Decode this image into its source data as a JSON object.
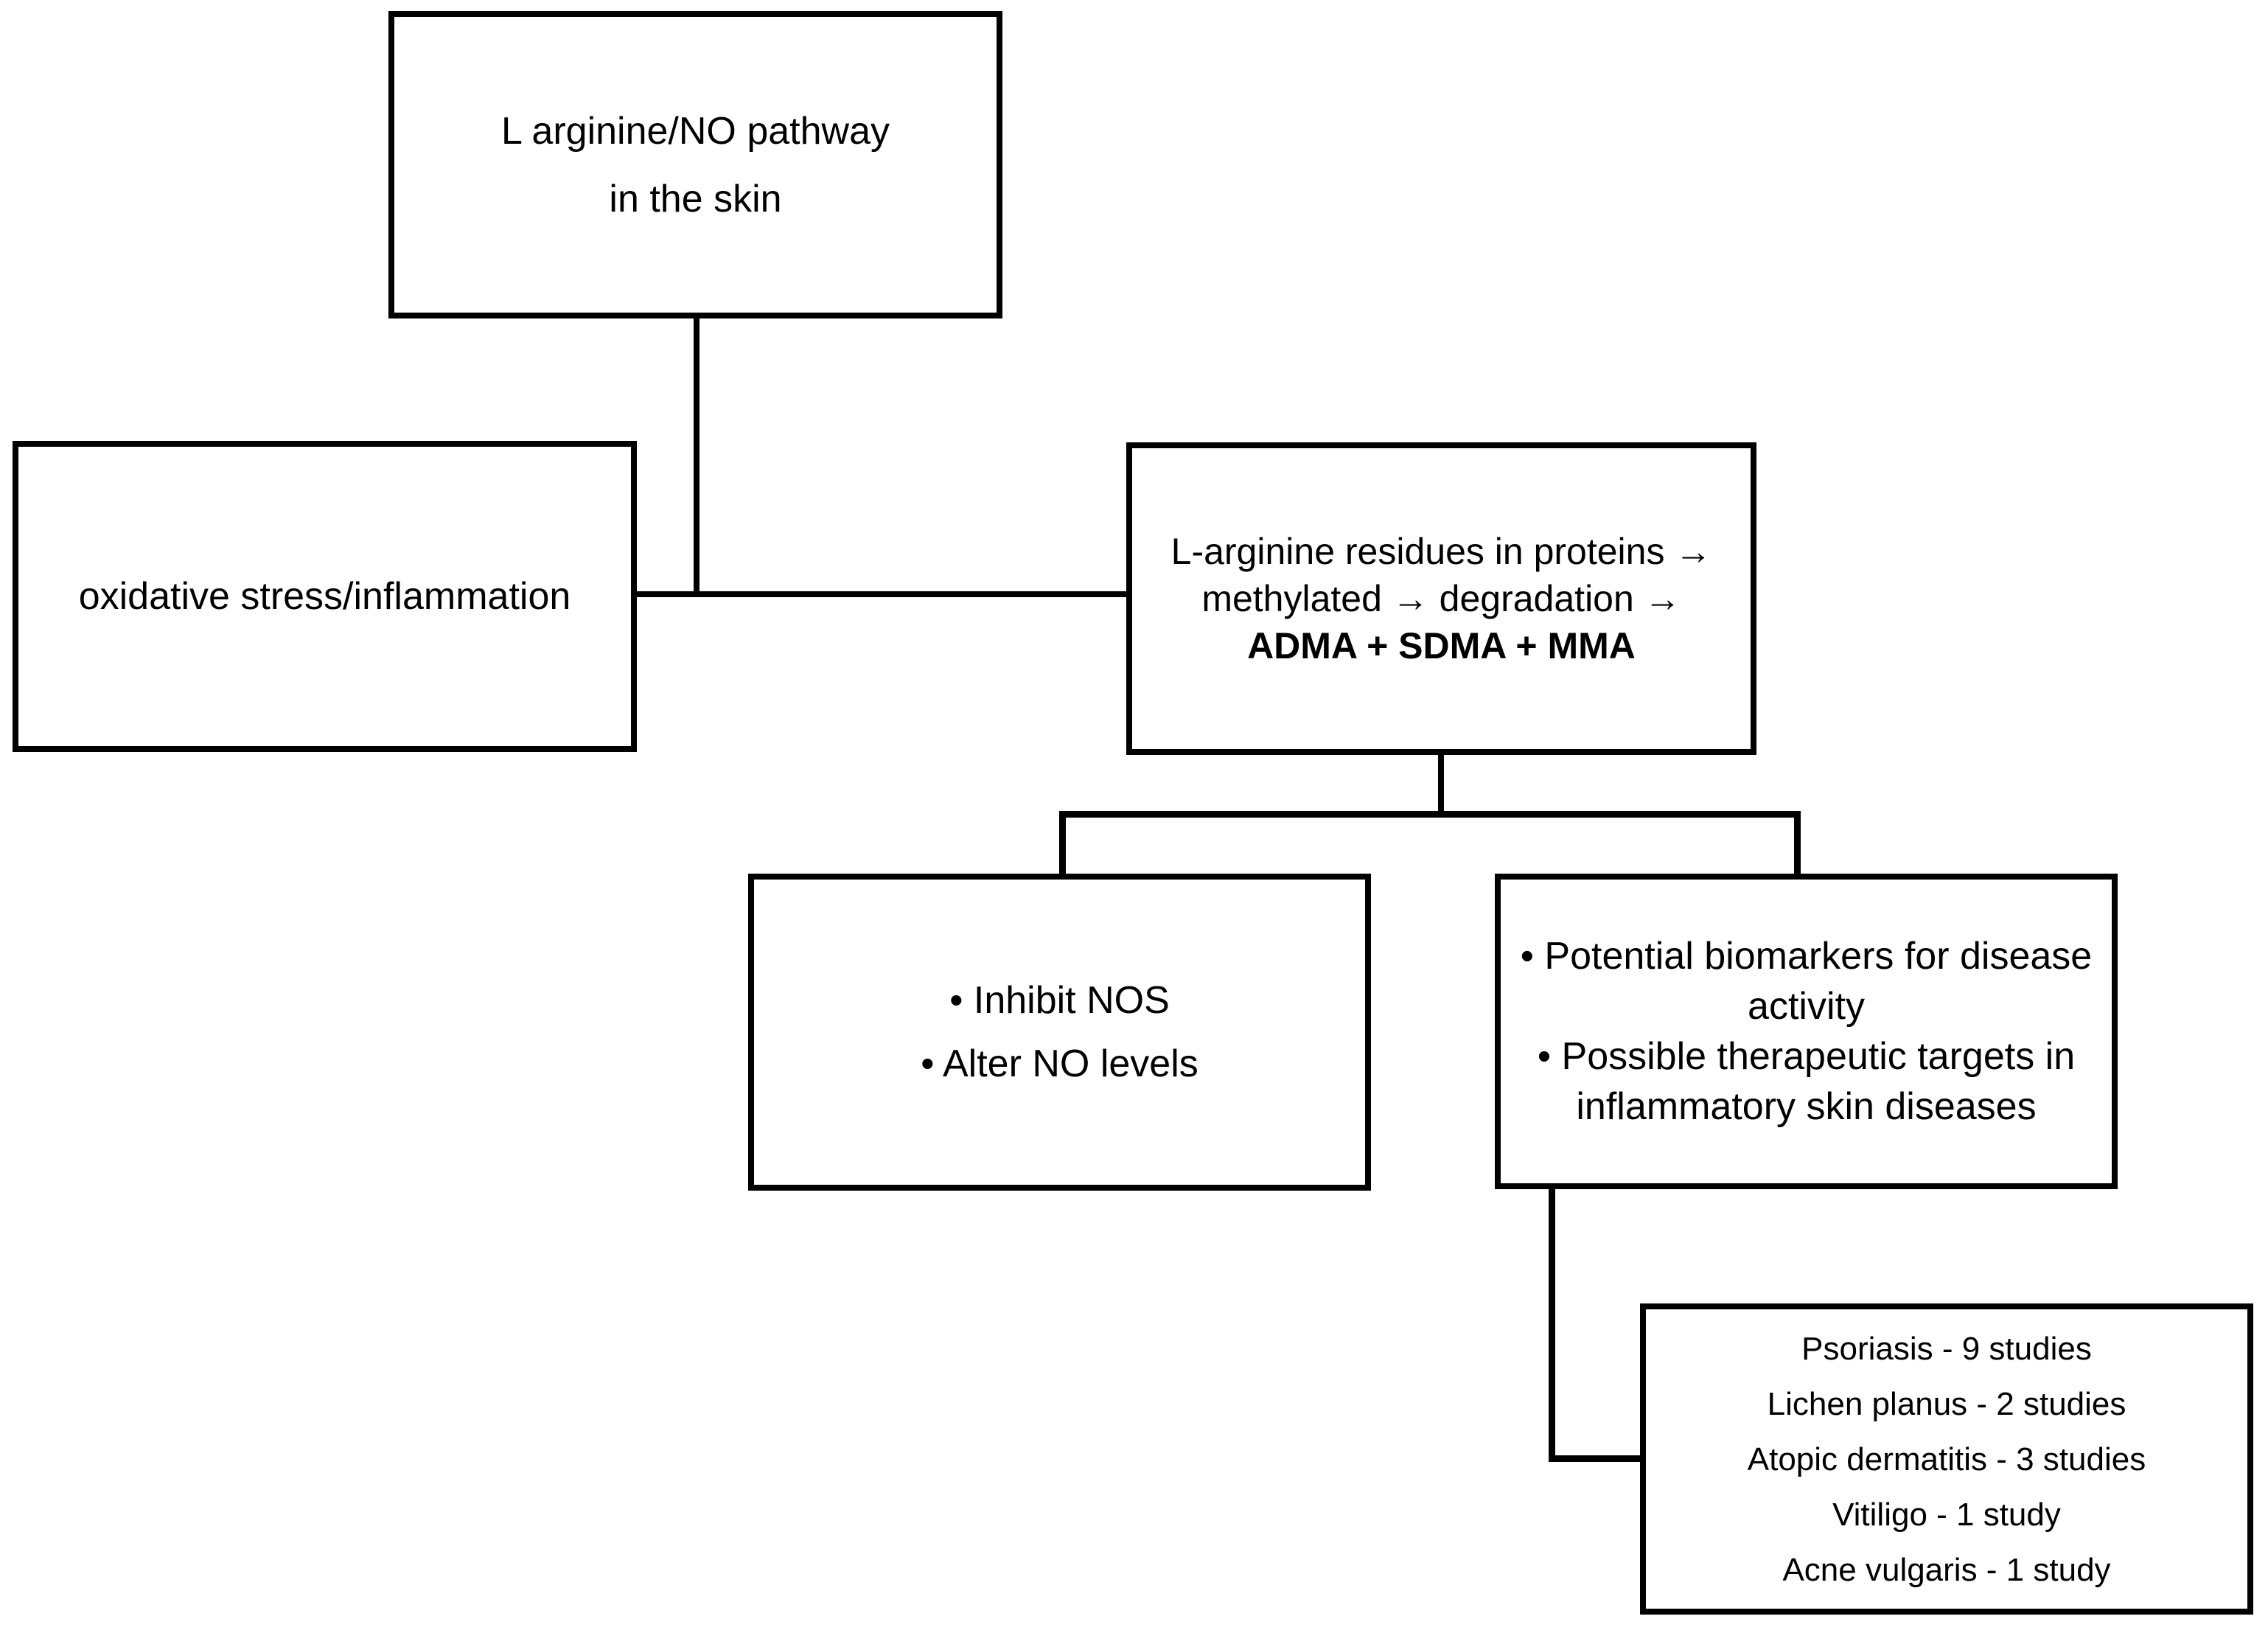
{
  "diagram": {
    "title": "L arginine/NO pathway in the skin flowchart",
    "nodes": {
      "pathway": {
        "line1": "L arginine/NO pathway",
        "line2": "in the skin"
      },
      "oxidative": {
        "line1": "oxidative stress/inflammation"
      },
      "adma": {
        "line1": "L-arginine residues in proteins →",
        "line2": "methylated → degradation →",
        "line3": "ADMA + SDMA + MMA"
      },
      "nos": {
        "bullet1": "• Inhibit NOS",
        "bullet2": "• Alter NO levels"
      },
      "biomarkers": {
        "bullet1": "• Potential biomarkers for disease activity",
        "bullet2": "• Possible therapeutic targets in inflammatory skin diseases"
      },
      "diseases": {
        "row1": "Psoriasis - 9 studies",
        "row2": "Lichen planus - 2 studies",
        "row3": "Atopic dermatitis - 3 studies",
        "row4": "Vitiligo - 1 study",
        "row5": "Acne vulgaris - 1 study"
      }
    },
    "colors": {
      "stroke": "#000000",
      "fill": "#ffffff",
      "text": "#000000"
    }
  }
}
